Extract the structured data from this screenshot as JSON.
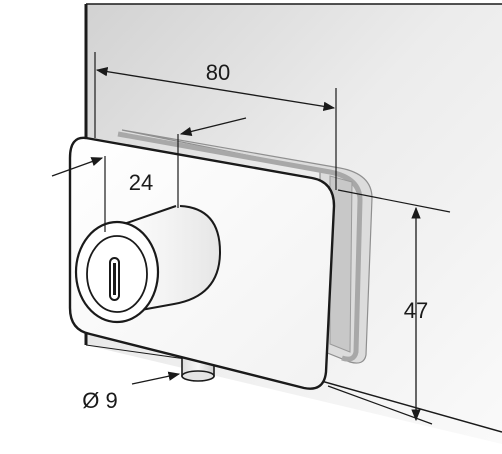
{
  "dimensions": {
    "width_label": "80",
    "cylinder_offset_label": "24",
    "height_label": "47",
    "pin_diameter_label": "Ø 9"
  },
  "colors": {
    "line": "#1a1a1a",
    "glass_light": "#f4f4f4",
    "glass_dark": "#cfcfcf",
    "plate_fill": "#ffffff",
    "background": "#ffffff"
  }
}
